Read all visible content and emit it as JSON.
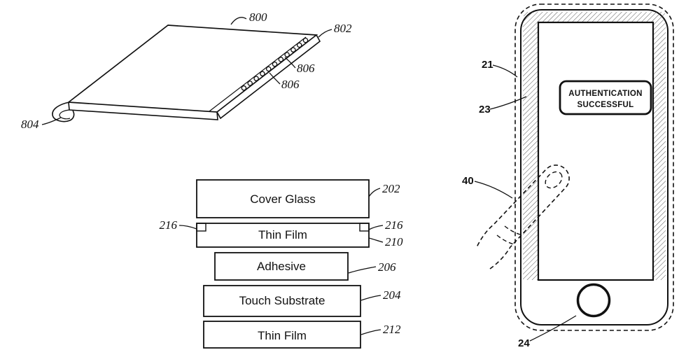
{
  "figure": {
    "panel": {
      "ref_800": "800",
      "ref_802": "802",
      "ref_806_upper": "806",
      "ref_806_lower": "806",
      "ref_804": "804"
    },
    "stack": {
      "layers": [
        {
          "label": "Cover Glass",
          "ref": "202"
        },
        {
          "label": "Thin Film",
          "ref": "210"
        },
        {
          "label": "Adhesive",
          "ref": "206"
        },
        {
          "label": "Touch Substrate",
          "ref": "204"
        },
        {
          "label": "Thin Film",
          "ref": "212"
        }
      ],
      "ref_216_left": "216",
      "ref_216_right": "216"
    },
    "phone": {
      "message": {
        "line1": "AUTHENTICATION",
        "line2": "SUCCESSFUL"
      },
      "ref_21": "21",
      "ref_23": "23",
      "ref_40": "40",
      "ref_24": "24"
    }
  },
  "colors": {
    "ink": "#111111",
    "background": "#ffffff"
  }
}
